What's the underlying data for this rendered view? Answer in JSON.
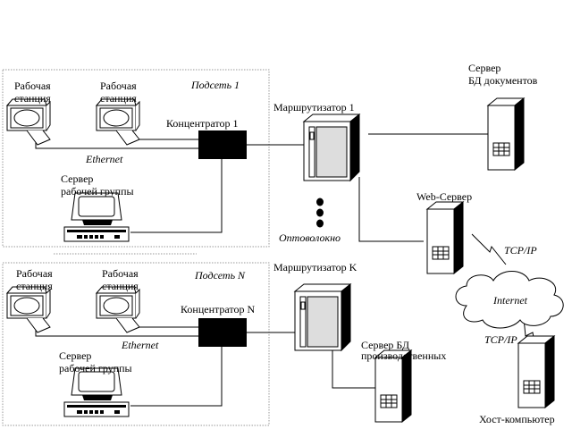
{
  "subnet1": {
    "title": "Подсеть 1",
    "workstation1": [
      "Рабочая",
      "станция"
    ],
    "workstation2": [
      "Рабочая",
      "станция"
    ],
    "hub": "Концентратор 1",
    "ethernet": "Ethernet",
    "server": [
      "Сервер",
      "рабочей группы"
    ]
  },
  "subnetN": {
    "title": "Подсеть N",
    "workstation1": [
      "Рабочая",
      "станция"
    ],
    "workstation2": [
      "Рабочая",
      "станция"
    ],
    "hub": "Концентратор N",
    "ethernet": "Ethernet",
    "server": [
      "Сервер",
      "рабочей группы"
    ]
  },
  "router1": "Маршрутизатор 1",
  "routerK": "Маршрутизатор K",
  "fiber": "Оптоволокно",
  "docdb": [
    "Сервер",
    "БД документов"
  ],
  "webserver": "Web-Сервер",
  "tcpip_top": "TCP/IP",
  "internet": "Internet",
  "tcpip_bottom": "TCP/IP",
  "proddb": [
    "Сервер БД",
    "производственных"
  ],
  "host": "Хост-компьютер"
}
